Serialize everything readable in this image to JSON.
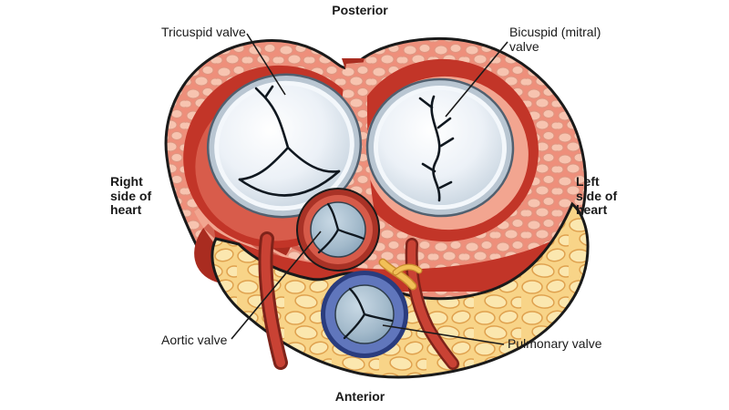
{
  "figure_labels": {
    "posterior": "Posterior",
    "anterior": "Anterior",
    "right_side": "Right side of heart",
    "left_side": "Left side of heart",
    "tricuspid": "Tricuspid valve",
    "bicuspid": "Bicuspid (mitral) valve",
    "aortic": "Aortic valve",
    "pulmonary": "Pulmonary valve"
  },
  "colors": {
    "background": "#FFFFFF",
    "label_text": "#1A1A1A",
    "outline": "#1A1A1A",
    "epicardium": "#EE8F7B",
    "pebble": "#F7C4B0",
    "pebble_edge": "#DE9681",
    "myocardium": "#C23528",
    "myocardium_dark": "#A92C20",
    "chamber_mid_red": "#D85C4B",
    "chamber_light": "#F2A590",
    "stripe_red": "#D15F4F",
    "valve_rim_gray": "#B9C6D2",
    "valve_gap_white": "#F3F7FB",
    "leaflet_white": "#ECF1F7",
    "leaflet_shade": "#C2D0DC",
    "leaflet_blue": "#A3BACB",
    "leaflet_blue_shade": "#7F9CB4",
    "aortic_ring": "#D65A49",
    "aortic_ring_dark": "#A93226",
    "pulmonary_ring": "#6076BC",
    "pulmonary_border": "#2A3C7E",
    "fat": "#F8D488",
    "fat_lobule": "#FBE7AF",
    "fat_lobule_edge": "#DFA14E",
    "vessel_red": "#C94234",
    "vessel_dark": "#7E231A",
    "vessel_yellow": "#F2C057",
    "seam_black": "#101820"
  }
}
